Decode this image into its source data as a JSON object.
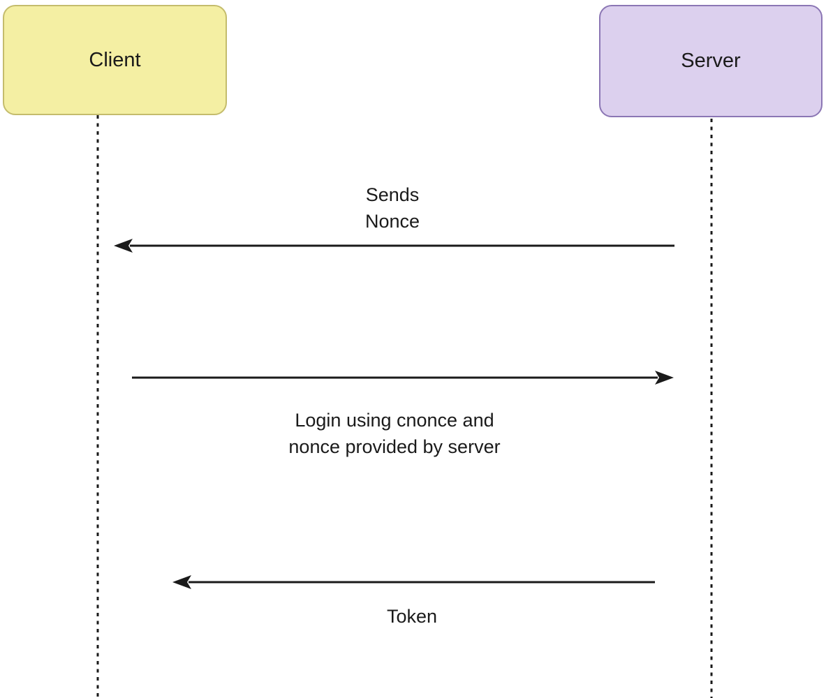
{
  "diagram": {
    "type": "sequence-diagram",
    "actors": [
      {
        "label": "Client"
      },
      {
        "label": "Server"
      }
    ],
    "messages": [
      {
        "from": "Server",
        "to": "Client",
        "direction": "left",
        "lines": [
          "Sends",
          "Nonce"
        ]
      },
      {
        "from": "Client",
        "to": "Server",
        "direction": "right",
        "lines": [
          "Login using cnonce and",
          "nonce provided by server"
        ]
      },
      {
        "from": "Server",
        "to": "Client",
        "direction": "left",
        "lines": [
          "Token"
        ]
      }
    ],
    "colors": {
      "client_fill": "#F4EFA3",
      "client_border": "#C4BC6C",
      "server_fill": "#DCD0EE",
      "server_border": "#8B76B4",
      "line": "#1A1A1A",
      "text": "#1A1A1A",
      "background": "#FFFFFF"
    }
  }
}
